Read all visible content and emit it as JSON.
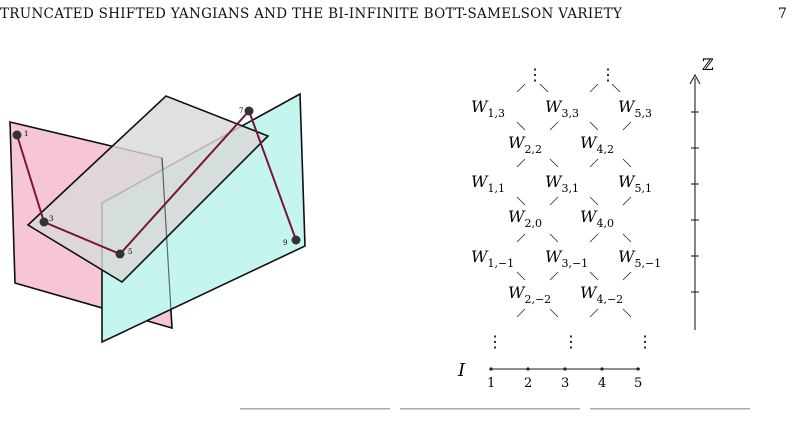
{
  "header": {
    "running_title": "TRUNCATED SHIFTED YANGIANS AND THE BI-INFINITE BOTT-SAMELSON VARIETY",
    "page_number": "7"
  },
  "figure_left": {
    "point_labels": [
      "1",
      "3",
      "5",
      "7",
      "9"
    ],
    "colors": {
      "pink": "#f7c6d4",
      "grey": "#d9d9d9",
      "cyan": "#c4f5ef",
      "path": "#7b1538",
      "outline": "#111111"
    }
  },
  "figure_right": {
    "axis_label": "ℤ",
    "vertical_dots": "⋮",
    "rows": [
      {
        "nodes": [
          {
            "base": "W",
            "sub": "1,3"
          },
          {
            "base": "W",
            "sub": "3,3"
          },
          {
            "base": "W",
            "sub": "5,3"
          }
        ]
      },
      {
        "nodes": [
          {
            "base": "W",
            "sub": "2,2"
          },
          {
            "base": "W",
            "sub": "4,2"
          }
        ]
      },
      {
        "nodes": [
          {
            "base": "W",
            "sub": "1,1"
          },
          {
            "base": "W",
            "sub": "3,1"
          },
          {
            "base": "W",
            "sub": "5,1"
          }
        ]
      },
      {
        "nodes": [
          {
            "base": "W",
            "sub": "2,0"
          },
          {
            "base": "W",
            "sub": "4,0"
          }
        ]
      },
      {
        "nodes": [
          {
            "base": "W",
            "sub": "1,−1"
          },
          {
            "base": "W",
            "sub": "3,−1"
          },
          {
            "base": "W",
            "sub": "5,−1"
          }
        ]
      },
      {
        "nodes": [
          {
            "base": "W",
            "sub": "2,−2"
          },
          {
            "base": "W",
            "sub": "4,−2"
          }
        ]
      }
    ],
    "index_set_label": "I",
    "index_ticks": [
      "1",
      "2",
      "3",
      "4",
      "5"
    ]
  }
}
